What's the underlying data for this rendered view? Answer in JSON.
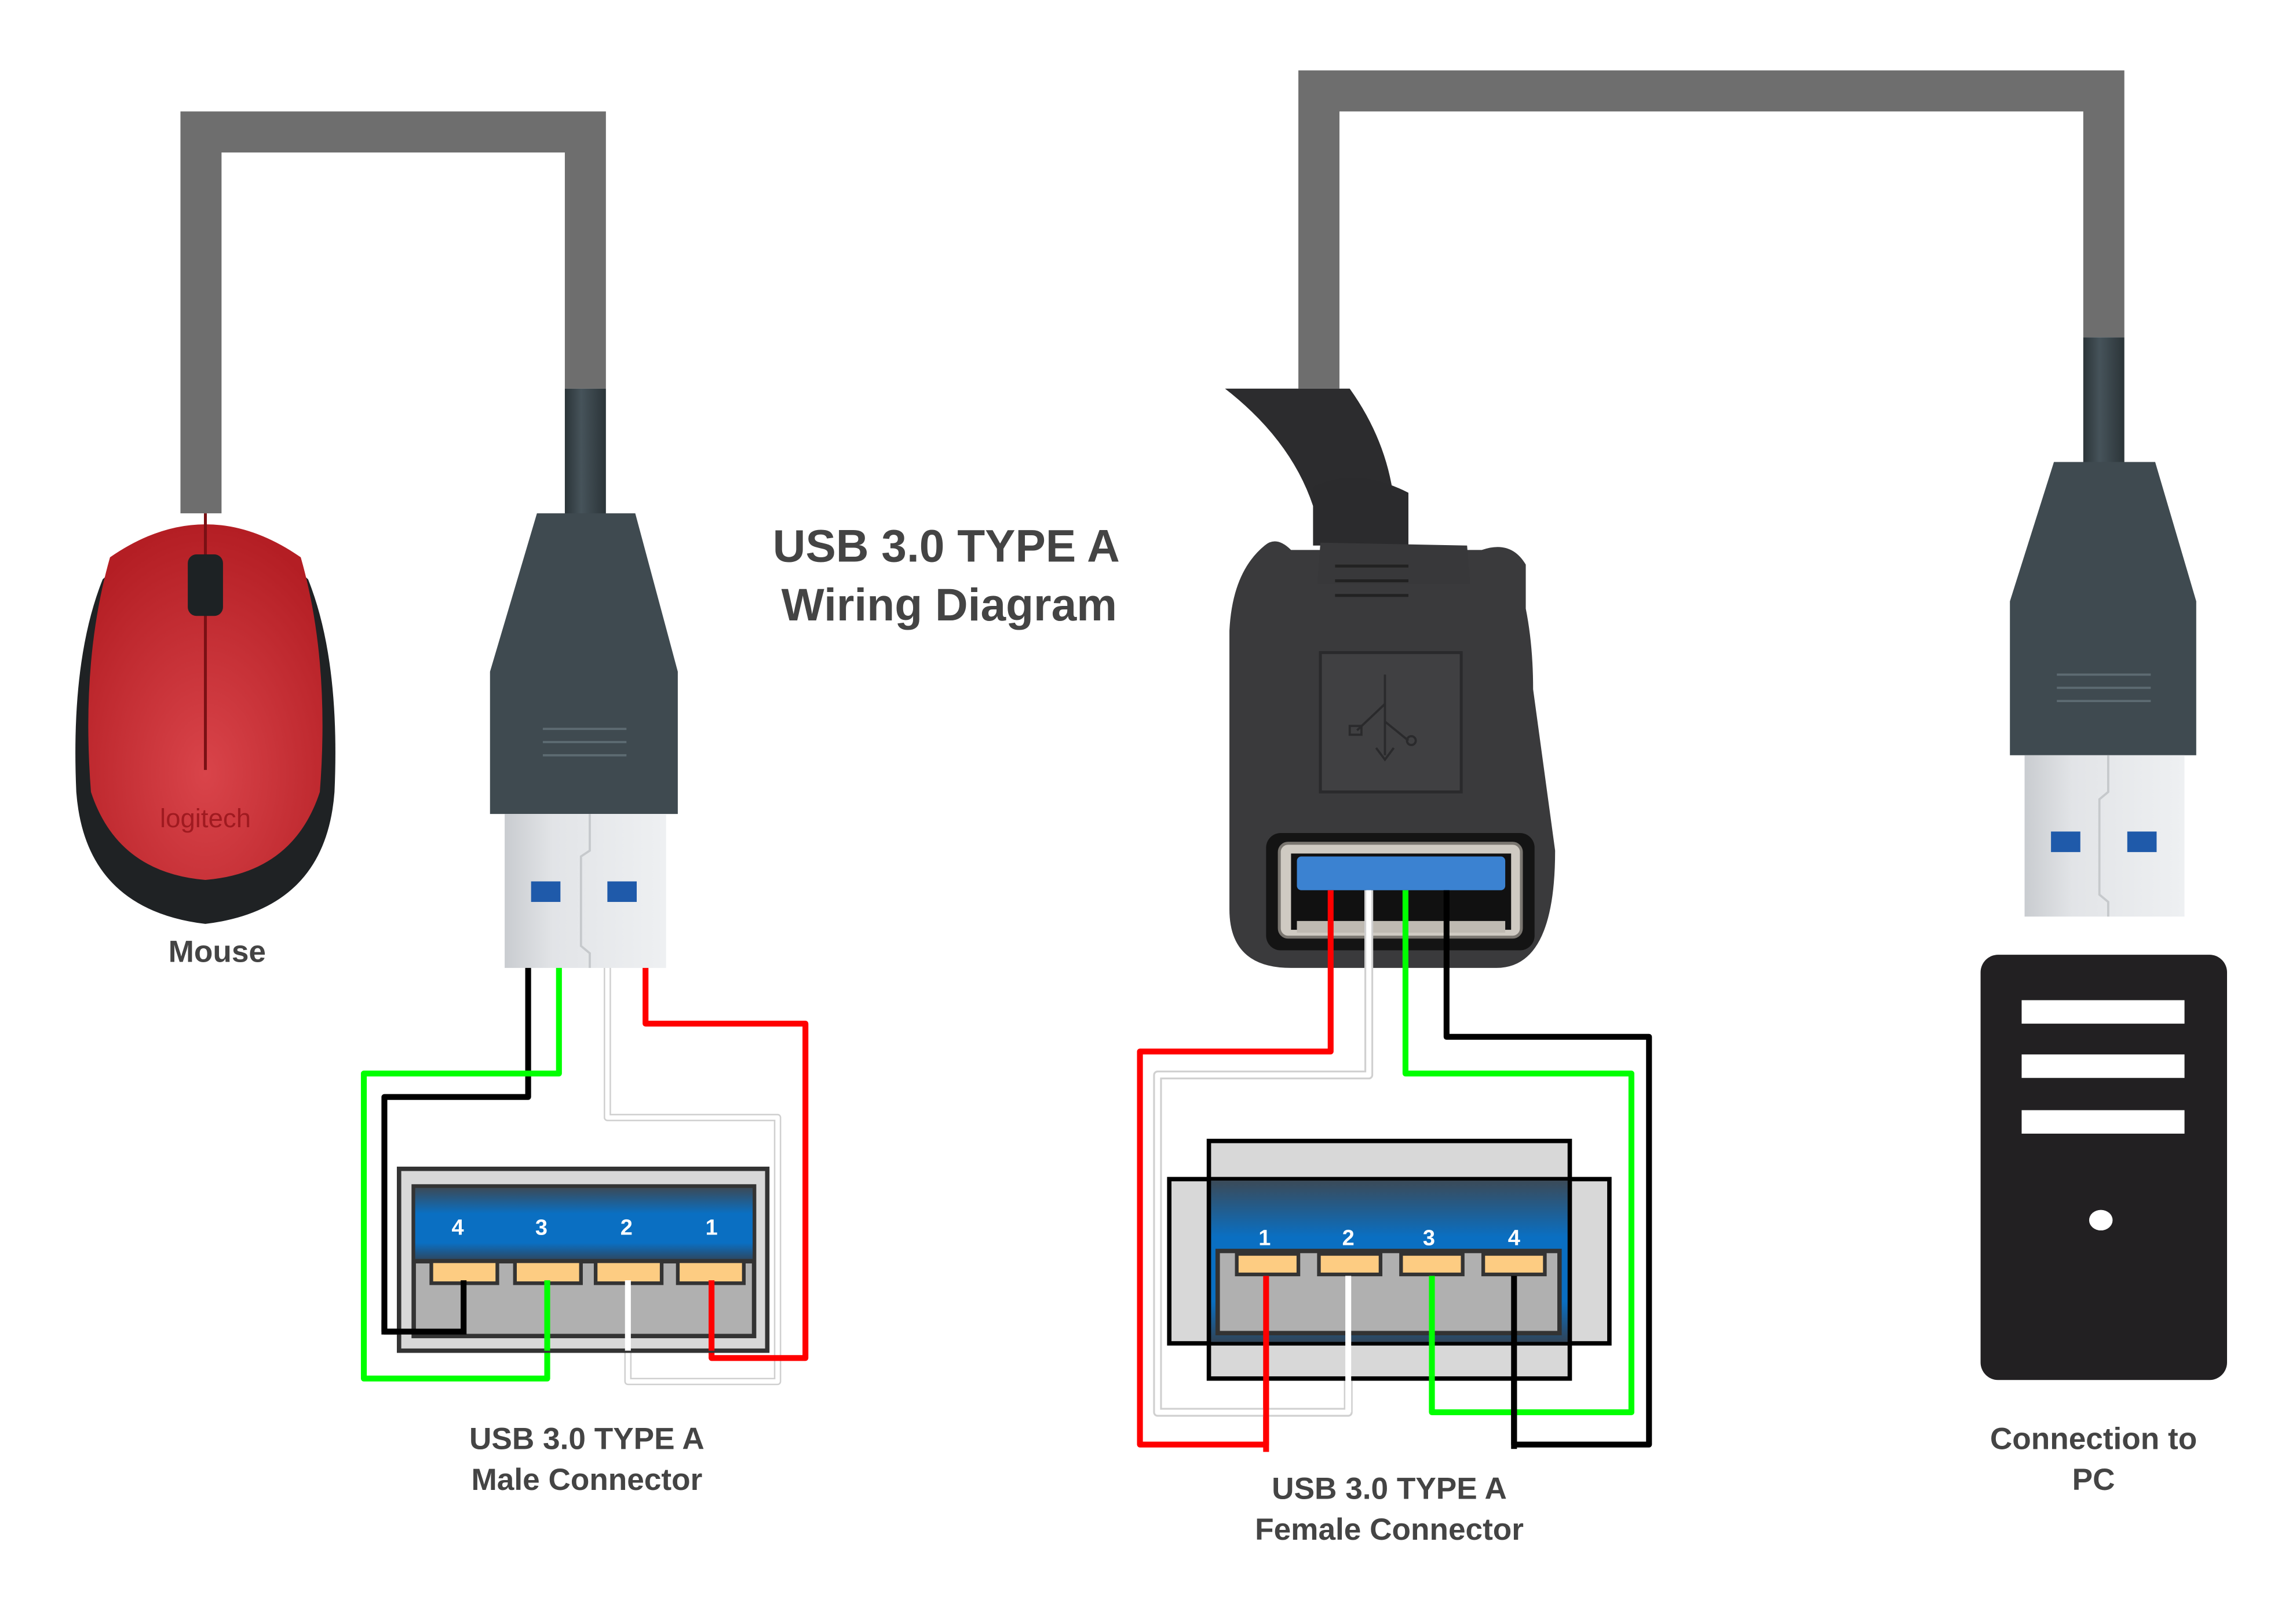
{
  "title": {
    "line1": "USB 3.0 TYPE A",
    "line2": "Wiring Diagram"
  },
  "labels": {
    "mouse": "Mouse",
    "male_line1": "USB 3.0 TYPE A",
    "male_line2": "Male Connector",
    "female_line1": "USB 3.0 TYPE A",
    "female_line2": "Female Connector",
    "pc_line1": "Connection to",
    "pc_line2": "PC"
  },
  "mouse_brand": "logitech",
  "male_connector": {
    "pins": [
      {
        "number": "4",
        "wire": "black"
      },
      {
        "number": "3",
        "wire": "green"
      },
      {
        "number": "2",
        "wire": "white"
      },
      {
        "number": "1",
        "wire": "red"
      }
    ]
  },
  "female_connector": {
    "pins": [
      {
        "number": "1",
        "wire": "red"
      },
      {
        "number": "2",
        "wire": "white"
      },
      {
        "number": "3",
        "wire": "green"
      },
      {
        "number": "4",
        "wire": "black"
      }
    ]
  },
  "colors": {
    "cable_gray": "#6e6e6e",
    "plug_body": "#3f4a50",
    "usb3_blue": "#0a6fc2",
    "pin_gold": "#fdcc82",
    "wire_red": "#ff0000",
    "wire_green": "#00ff00",
    "wire_black": "#000000",
    "wire_white": "#ffffff",
    "text": "#444444",
    "pc_tower": "#222022",
    "mouse_red": "#c8242a"
  }
}
